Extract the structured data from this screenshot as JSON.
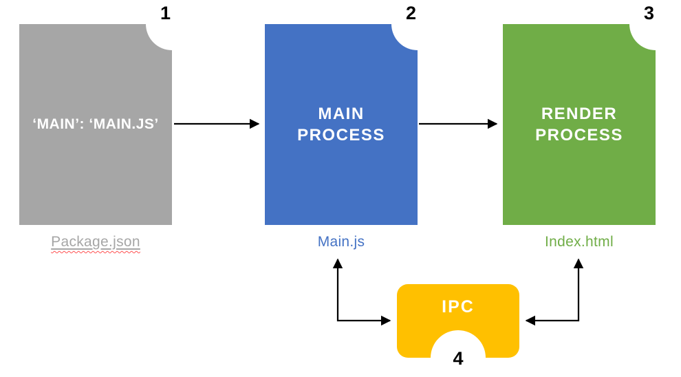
{
  "diagram": {
    "background": "#ffffff",
    "arrow_color": "#000000",
    "nodes": [
      {
        "badge": "1",
        "title": "‘MAIN’: ‘MAIN.JS’",
        "caption": "Package.json",
        "box_color": "#a6a6a6",
        "text_color": "#ffffff",
        "caption_color": "#a6a6a6",
        "spellcheck_color": "#ff5050"
      },
      {
        "badge": "2",
        "title": "MAIN PROCESS",
        "caption": "Main.js",
        "box_color": "#4472c4",
        "text_color": "#ffffff",
        "caption_color": "#4472c4"
      },
      {
        "badge": "3",
        "title": "RENDER PROCESS",
        "caption": "Index.html",
        "box_color": "#70ad47",
        "text_color": "#ffffff",
        "caption_color": "#70ad47"
      }
    ],
    "ipc": {
      "badge": "4",
      "label": "IPC",
      "box_color": "#ffc000",
      "text_color": "#ffffff"
    }
  }
}
